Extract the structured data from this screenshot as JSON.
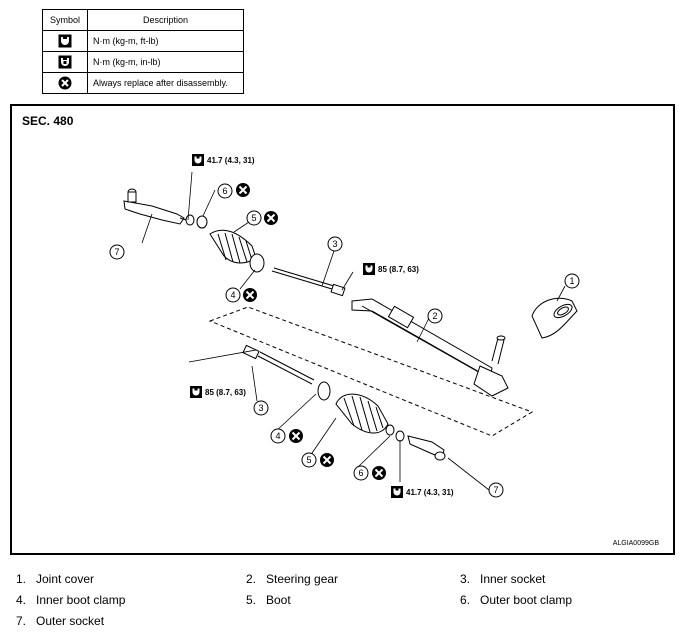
{
  "symbol_table": {
    "header_symbol": "Symbol",
    "header_description": "Description",
    "rows": [
      {
        "icon": "torque-wrench-icon",
        "description": "N·m (kg-m, ft-lb)"
      },
      {
        "icon": "torque-wrench-small-icon",
        "description": "N·m (kg-m, in-lb)"
      },
      {
        "icon": "replace-x-icon",
        "description": "Always replace after disassembly."
      }
    ]
  },
  "diagram": {
    "section": "SEC. 480",
    "figure_id": "ALGIA0099GB",
    "callouts": {
      "torque_upper_left": "41.7 (4.3, 31)",
      "torque_upper_right": "85 (8.7, 63)",
      "torque_lower_left": "85 (8.7, 63)",
      "torque_lower_right": "41.7 (4.3, 31)"
    },
    "part_numbers": {
      "one": "1",
      "two": "2",
      "three": "3",
      "four": "4",
      "five": "5",
      "six": "6",
      "seven": "7"
    }
  },
  "legend": [
    {
      "num": "1.",
      "label": "Joint cover"
    },
    {
      "num": "2.",
      "label": "Steering gear"
    },
    {
      "num": "3.",
      "label": "Inner socket"
    },
    {
      "num": "4.",
      "label": "Inner boot clamp"
    },
    {
      "num": "5.",
      "label": "Boot"
    },
    {
      "num": "6.",
      "label": "Outer boot clamp"
    },
    {
      "num": "7.",
      "label": "Outer socket"
    }
  ]
}
